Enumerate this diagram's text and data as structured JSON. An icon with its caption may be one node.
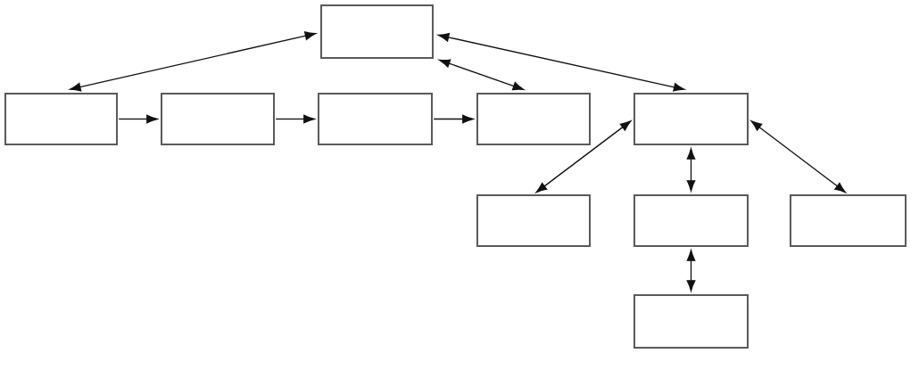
{
  "diagram": {
    "nodes": [
      {
        "text": [],
        "shape": "box"
      },
      {
        "text": [],
        "shape": "box"
      },
      {
        "text": [],
        "shape": "box"
      },
      {
        "text": [],
        "shape": "box"
      },
      {
        "text": [],
        "shape": "box"
      },
      {
        "text": [],
        "shape": "box"
      },
      {
        "text": [],
        "shape": "box"
      },
      {
        "text": [],
        "shape": "box"
      },
      {
        "text": [],
        "shape": "box"
      },
      {
        "text": [],
        "shape": "box"
      }
    ],
    "edges": [
      {
        "from": 0,
        "to": 1,
        "arrow": "both"
      },
      {
        "from": 1,
        "to": 2,
        "arrow": "to"
      },
      {
        "from": 2,
        "to": 3,
        "arrow": "to"
      },
      {
        "from": 3,
        "to": 4,
        "arrow": "to"
      },
      {
        "from": 0,
        "to": 4,
        "arrow": "both"
      },
      {
        "from": 0,
        "to": 5,
        "arrow": "both"
      },
      {
        "from": 5,
        "to": 6,
        "arrow": "both"
      },
      {
        "from": 5,
        "to": 7,
        "arrow": "both"
      },
      {
        "from": 5,
        "to": 8,
        "arrow": "both"
      },
      {
        "from": 7,
        "to": 9,
        "arrow": "both"
      }
    ]
  }
}
